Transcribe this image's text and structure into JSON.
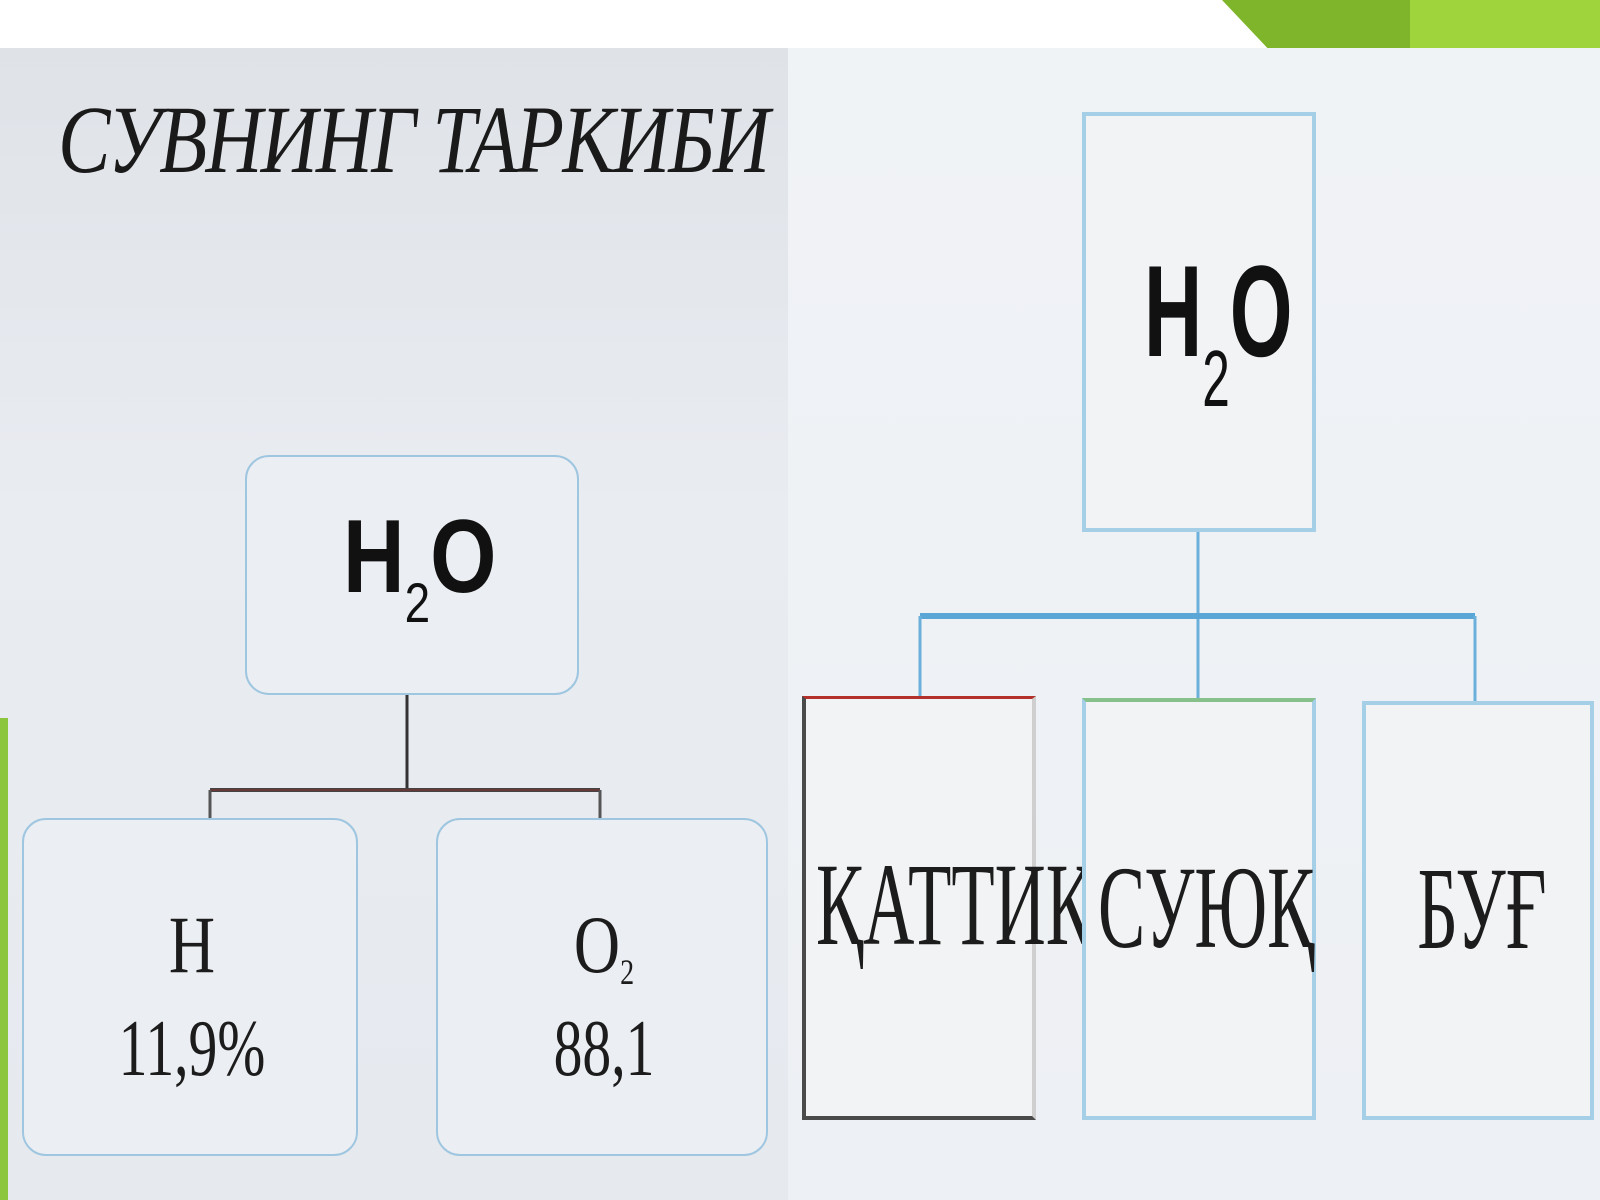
{
  "title": "СУВНИНГ ТАРКИБИ",
  "composition": {
    "root": {
      "element": "H",
      "subscript": "2",
      "tail": "O"
    },
    "children": [
      {
        "symbol": "H",
        "subscript": "",
        "value": "11,9%"
      },
      {
        "symbol": "O",
        "subscript": "2",
        "value": "88,1"
      }
    ]
  },
  "states": {
    "root": {
      "element": "H",
      "subscript": "2",
      "tail": "O"
    },
    "children": [
      {
        "label": "ҚАТТИҚ"
      },
      {
        "label": "СУЮҚ"
      },
      {
        "label": "БУҒ"
      }
    ]
  },
  "colors": {
    "accent_green": "#8cc63f",
    "box_border_blue": "#a5cfe6",
    "connector_blue": "#5aa6d6"
  }
}
